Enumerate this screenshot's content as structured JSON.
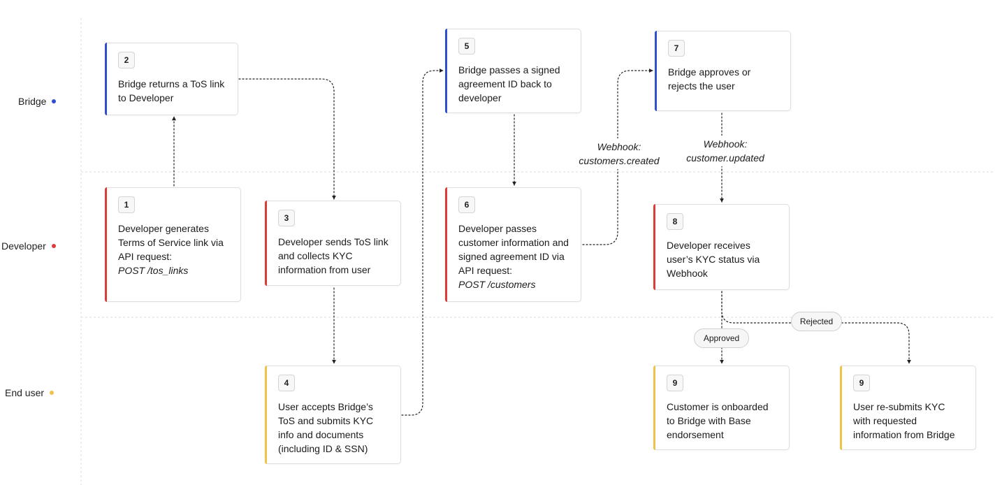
{
  "lanes": [
    {
      "label": "Bridge",
      "color": "#2f4fd0"
    },
    {
      "label": "Developer",
      "color": "#dd3a3a"
    },
    {
      "label": "End user",
      "color": "#f0c24d"
    }
  ],
  "steps": [
    {
      "num": "2",
      "text": "Bridge returns a ToS link to Developer",
      "code": ""
    },
    {
      "num": "1",
      "text": "Developer generates Terms of Service link via API request:",
      "code": "POST /tos_links"
    },
    {
      "num": "3",
      "text": "Developer sends ToS link and collects KYC information from user",
      "code": ""
    },
    {
      "num": "4",
      "text": "User accepts Bridge’s ToS and submits KYC info and documents (including ID & SSN)",
      "code": ""
    },
    {
      "num": "5",
      "text": "Bridge passes a signed agreement ID back to developer",
      "code": ""
    },
    {
      "num": "6",
      "text": "Developer passes customer information and signed agreement ID via API request:",
      "code": "POST /customers"
    },
    {
      "num": "7",
      "text": "Bridge approves or rejects the user",
      "code": ""
    },
    {
      "num": "8",
      "text": "Developer receives user’s KYC status via Webhook",
      "code": ""
    },
    {
      "num": "9",
      "text": "Customer is onboarded to Bridge with Base endorsement",
      "code": ""
    },
    {
      "num": "9",
      "text": "User re-submits KYC with requested information from Bridge",
      "code": ""
    }
  ],
  "edge_labels": {
    "webhook_created": {
      "line1": "Webhook:",
      "line2": "customers.created"
    },
    "webhook_updated": {
      "line1": "Webhook:",
      "line2": "customer.updated"
    },
    "approved": "Approved",
    "rejected": "Rejected"
  }
}
